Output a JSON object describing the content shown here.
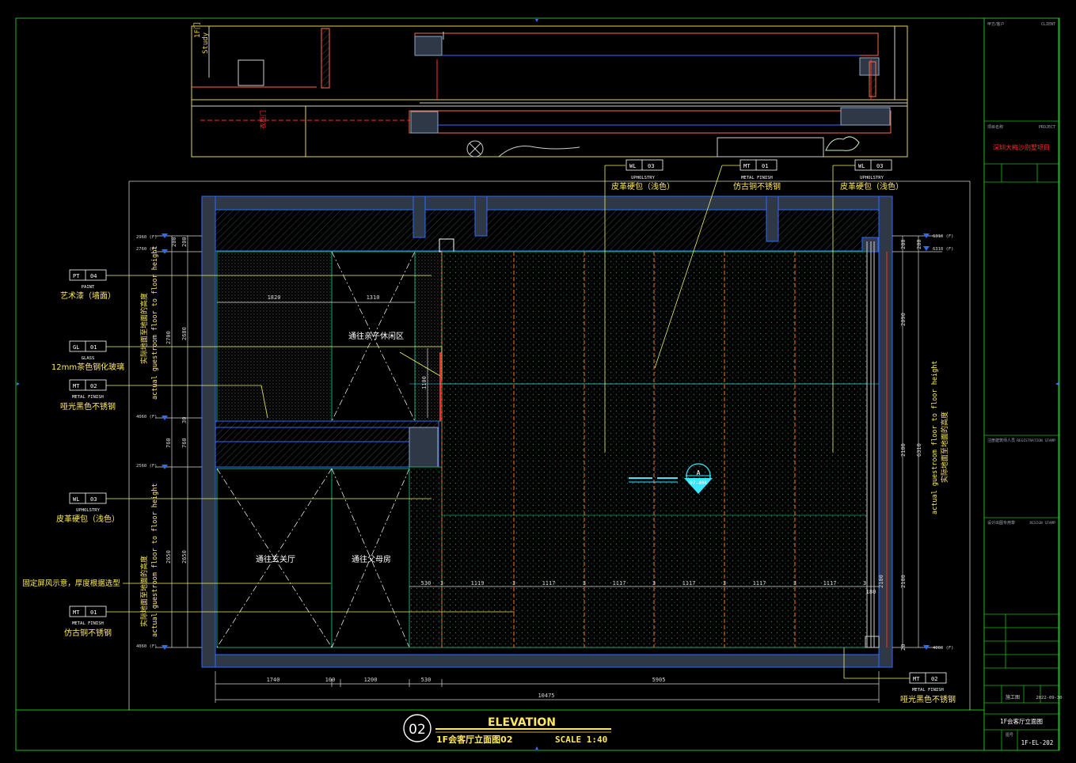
{
  "colors": {
    "background": "#000000",
    "frame": "#1fb81f",
    "wall": "#2d6bff",
    "panel": "#13a86f",
    "hatch": "#2a5f4d",
    "dimension": "#d7d7d7",
    "leader": "#f2f25c",
    "accent_red": "#ff2b2b",
    "label_yellow": "#ffe95a",
    "label_white": "#ffffff",
    "cyan": "#3be7ff",
    "orange": "#ff7b1c",
    "pink": "#ff5f9e"
  },
  "plan": {
    "study_label": "Study",
    "room_code": "1F门",
    "arrow_label": "衣柜门"
  },
  "callouts_left": [
    {
      "code": "PT",
      "num": "04",
      "category": "PAINT",
      "name": "艺术漆（墙面）"
    },
    {
      "code": "GL",
      "num": "01",
      "category": "GLASS",
      "name": "12mm茶色钢化玻璃"
    },
    {
      "code": "MT",
      "num": "02",
      "category": "METAL FINISH",
      "name": "哑光黑色不锈钢"
    },
    {
      "code": "WL",
      "num": "03",
      "category": "UPHOLSTRY",
      "name": "皮革硬包（浅色）"
    },
    {
      "code": "",
      "num": "",
      "category": "",
      "name": "固定屏风示意，厚度根据选型"
    },
    {
      "code": "MT",
      "num": "01",
      "category": "METAL FINISH",
      "name": "仿古铜不锈钢"
    }
  ],
  "callouts_top": [
    {
      "code": "WL",
      "num": "03",
      "category": "UPHOLSTRY",
      "name": "皮革硬包（浅色）"
    },
    {
      "code": "MT",
      "num": "01",
      "category": "METAL FINISH",
      "name": "仿古铜不锈钢"
    },
    {
      "code": "WL",
      "num": "03",
      "category": "UPHOLSTRY",
      "name": "皮革硬包（浅色）"
    }
  ],
  "callout_bottom_right": {
    "code": "MT",
    "num": "02",
    "category": "METAL FINISH",
    "name": "哑光黑色不锈钢"
  },
  "room_labels": {
    "kids_area": "通往亲子休闲区",
    "entrance": "通往玄关厅",
    "parents": "通往父母房"
  },
  "vertical_notes": {
    "left_top_cn": "实际地面至地面的高度",
    "left_top_en": "actual guestroom floor to floor height",
    "left_bottom_cn": "实际地面至地面的高度",
    "left_bottom_en": "actual guestroom floor to floor height",
    "right_en": "actual guestroom floor to floor height",
    "right_cn": "实际地面至地面的高度"
  },
  "levels_left": [
    "2960 (F)",
    "2760 (F)",
    "4060 (F)",
    "2560 (F)",
    "4060 (F)"
  ],
  "levels_right": [
    "6310 (F)",
    "6310 (F)",
    "4060 (F)"
  ],
  "dims": {
    "left_v": [
      "200",
      "200",
      "2700",
      "2680",
      "30",
      "760",
      "760",
      "2650",
      "2650"
    ],
    "right_v": [
      "200",
      "200",
      "2090",
      "2100",
      "6310",
      "2100",
      "2100",
      "20"
    ],
    "upper": [
      "1820",
      "1310"
    ],
    "door_height": "1100",
    "mid_row": [
      "530",
      "3",
      "1119",
      "3",
      "1117",
      "3",
      "1117",
      "3",
      "1117",
      "3",
      "1117",
      "3",
      "1117",
      "3",
      "180"
    ],
    "bottom_row": [
      "1740",
      "100",
      "1200",
      "530",
      "5905"
    ],
    "total": "10475"
  },
  "section_marker": {
    "letter": "A",
    "ref": "07-404"
  },
  "title": {
    "number": "02",
    "heading": "ELEVATION",
    "subtitle": "1F会客厅立面图02",
    "scale": "SCALE 1:40"
  },
  "title_block": {
    "client_cn": "甲方/客户",
    "client_en": "CLIENT",
    "project_cn": "项目名称",
    "project_en": "PROJECT",
    "project_name": "深圳大梅沙别墅项目",
    "seal_cn": "注册建筑师人员",
    "seal_en": "REGISTRATION STAMP",
    "design_cn": "设计出图专用章",
    "design_en": "DESIGN STAMP",
    "stage_cn": "施工图",
    "date": "2022-09-30",
    "sheet_title": "1F会客厅立面图",
    "sheet_no": "1F-EL-202",
    "sheet_no_cn": "图号"
  }
}
